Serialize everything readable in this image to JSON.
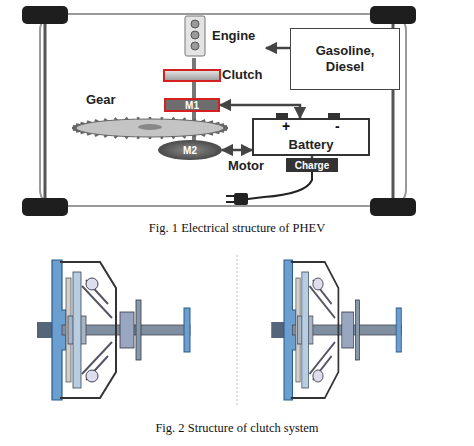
{
  "diagram": {
    "caption": "Fig. 1 Electrical structure of PHEV",
    "nodes": [
      {
        "text": [
          "Engine"
        ]
      },
      {
        "text": [
          "Gasoline, Diesel"
        ]
      },
      {
        "text": [
          "M1"
        ]
      },
      {
        "text": [
          "+",
          "-",
          "Battery"
        ]
      },
      {
        "text": [
          "Charge"
        ]
      },
      {
        "text": [
          "M2",
          "Motor"
        ]
      }
    ],
    "edges": [
      {
        "from": 1,
        "to": 0,
        "arrow": "to"
      },
      {
        "from": 2,
        "to": 3,
        "arrow": "both"
      },
      {
        "from": 5,
        "to": 3,
        "arrow": "both"
      },
      {
        "from": 4,
        "to": 3,
        "arrow": "none"
      }
    ],
    "labels": [
      "Clutch",
      "Gear",
      "Fig. 2 Structure of clutch system"
    ]
  }
}
